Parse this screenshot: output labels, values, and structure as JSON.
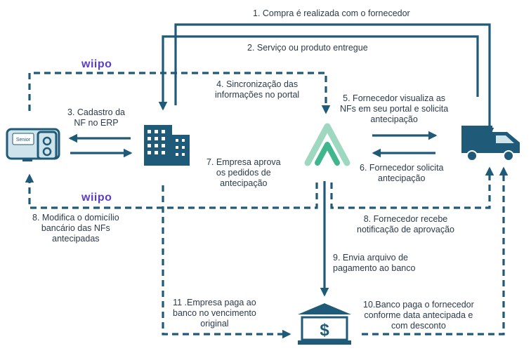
{
  "colors": {
    "line": "#1f5a78",
    "building": "#1f5a78",
    "truck": "#1f5a78",
    "accent": "#3fb68b",
    "brand": "#5b3cc4"
  },
  "brand": {
    "top": "wiipo",
    "bottom": "wiipo"
  },
  "icons": {
    "computer": "computer-icon",
    "company": "building-icon",
    "platform": "platform-logo-icon",
    "supplier": "truck-icon",
    "bank": "bank-icon"
  },
  "computer_badge": "Senior",
  "steps": {
    "s1": [
      "1.    Compra é realizada com o fornecedor"
    ],
    "s2": [
      "2. Serviço ou produto entregue"
    ],
    "s3": [
      "3. Cadastro da",
      "NF no ERP"
    ],
    "s4": [
      "4. Sincronização das",
      "informações no portal"
    ],
    "s5": [
      "5. Fornecedor visualiza as",
      "NFs em seu portal e solicita",
      "antecipação"
    ],
    "s6": [
      "6. Fornecedor solicita",
      "antecipação"
    ],
    "s7": [
      "7. Empresa aprova",
      "os pedidos de",
      "antecipação"
    ],
    "s8": [
      "8. Fornecedor recebe",
      "notificação de aprovação"
    ],
    "s8l": [
      "8. Modifica o domicílio",
      "bancário das NFs",
      "antecipadas"
    ],
    "s9": [
      "9. Envia arquivo de",
      "pagamento ao banco"
    ],
    "s10": [
      "10.Banco paga o fornecedor",
      "conforme data antecipada e",
      "com desconto"
    ],
    "s11": [
      "11 .Empresa paga ao",
      "banco no vencimento",
      "original"
    ]
  }
}
